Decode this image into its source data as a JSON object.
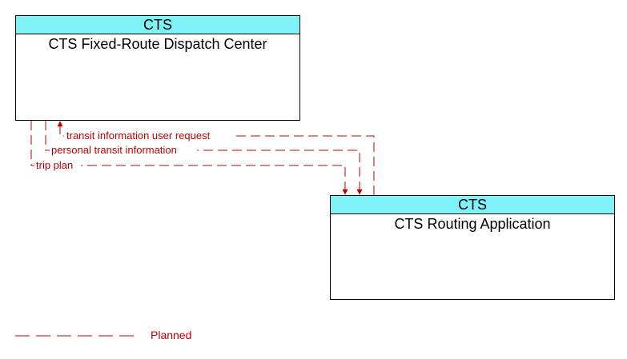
{
  "nodes": {
    "dispatch": {
      "group": "CTS",
      "name": "CTS Fixed-Route Dispatch Center"
    },
    "routing": {
      "group": "CTS",
      "name": "CTS Routing Application"
    }
  },
  "flows": [
    {
      "id": "transit-information-user-request",
      "label": "transit information user request",
      "from": "routing",
      "to": "dispatch"
    },
    {
      "id": "personal-transit-information",
      "label": "personal transit information",
      "from": "dispatch",
      "to": "routing"
    },
    {
      "id": "trip-plan",
      "label": "trip plan",
      "from": "dispatch",
      "to": "routing"
    }
  ],
  "legend": {
    "planned_label": "Planned"
  },
  "colors": {
    "header": "#7ff2f8",
    "flow": "#c00000",
    "border": "#000000"
  }
}
